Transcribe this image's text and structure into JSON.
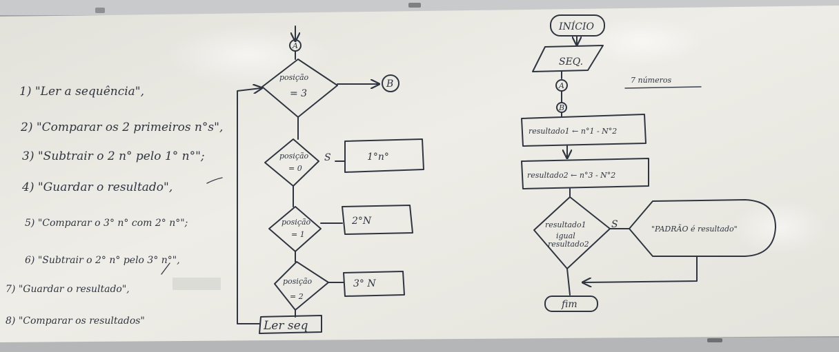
{
  "steps": [
    "1) \"Ler a sequência\",",
    "2) \"Comparar os 2 primeiros n°s\",",
    "3) \"Subtrair o 2 n° pelo 1° n°\";",
    "4) \"Guardar o resultado\",",
    "5) \"Comparar o 3° n°  com 2° n°\";",
    "6) \"Subtrair o 2° n° pelo 3° n°\",",
    "7) \"Guardar o resultado\",",
    "8) \"Comparar os resultados\""
  ],
  "middle_flowchart": {
    "connector_top": "A",
    "decision_1": {
      "line1": "posição",
      "line2": "= 3"
    },
    "connector_right": "B",
    "decision_2": {
      "line1": "posição",
      "line2": "= 0"
    },
    "branch_s": "S",
    "output_1": "1°n°",
    "decision_3": {
      "line1": "posição",
      "line2": "= 1"
    },
    "output_2": "2°N",
    "decision_4": {
      "line1": "posição",
      "line2": "= 2"
    },
    "output_3": "3° N",
    "input_box": "Ler seq"
  },
  "right_flowchart": {
    "start": "INÍCIO",
    "seq": "SEQ.",
    "note": "7 números",
    "connector_a": "A",
    "connector_b": "B",
    "process_1": "resultado1 ← n°1 - N°2",
    "process_2": "resultado2 ← n°3 - N°2",
    "decision": {
      "line1": "resultado1",
      "line2": "igual",
      "line3": "resultado2"
    },
    "branch_s": "S",
    "output": "\"PADRÃO é resultado\"",
    "end": "fim"
  },
  "colors": {
    "board": "#e9e8e1",
    "ink": "#2f3540",
    "frame": "#b9bbbd"
  }
}
